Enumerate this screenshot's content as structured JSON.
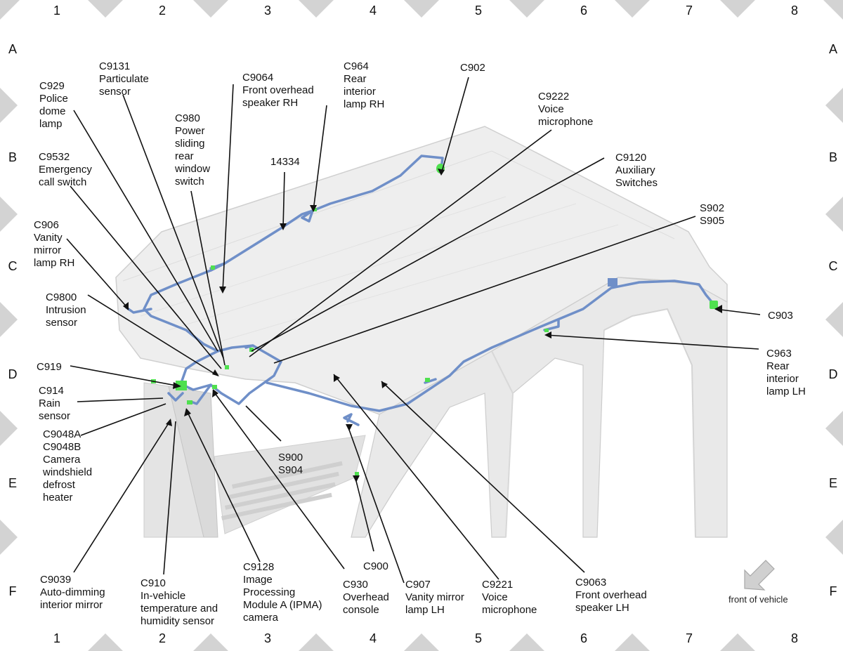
{
  "grid": {
    "columns": [
      "1",
      "2",
      "3",
      "4",
      "5",
      "6",
      "7",
      "8"
    ],
    "rows": [
      "A",
      "B",
      "C",
      "D",
      "E",
      "F"
    ]
  },
  "harness_id": "14334",
  "front_of_vehicle": "front of vehicle",
  "colors": {
    "harness": "#6f8fc8",
    "connector": "#4fe04f",
    "body": "#e6e6e6",
    "body_edge": "#c9c9c9",
    "border_marks": "#d3d3d3"
  },
  "callouts": {
    "c929": "C929\nPolice\ndome\nlamp",
    "c9131": "C9131\nParticulate\nsensor",
    "c9064": "C9064\nFront overhead\nspeaker RH",
    "c964": "C964\nRear\ninterior\nlamp RH",
    "c902": "C902",
    "c9222": "C9222\nVoice\nmicrophone",
    "c980": "C980\nPower\nsliding\nrear\nwindow\nswitch",
    "c9532": "C9532\nEmergency\ncall switch",
    "c9120": "C9120\nAuxiliary\nSwitches",
    "s902": "S902\nS905",
    "c906": "C906\nVanity\nmirror\nlamp RH",
    "c9800": "C9800\nIntrusion\nsensor",
    "c903": "C903",
    "c963": "C963\nRear\ninterior\nlamp LH",
    "c919": "C919",
    "c914": "C914\nRain\nsensor",
    "c9048": "C9048A\nC9048B\nCamera\nwindshield\ndefrost\nheater",
    "s900": "S900\nS904",
    "c900": "C900",
    "c9039": "C9039\nAuto-dimming\ninterior mirror",
    "c910": "C910\nIn-vehicle\ntemperature and\nhumidity sensor",
    "c9128": "C9128\nImage\nProcessing\nModule A (IPMA)\ncamera",
    "c930": "C930\nOverhead\nconsole",
    "c907": "C907\nVanity mirror\nlamp LH",
    "c9221": "C9221\nVoice\nmicrophone",
    "c9063": "C9063\nFront overhead\nspeaker LH"
  }
}
